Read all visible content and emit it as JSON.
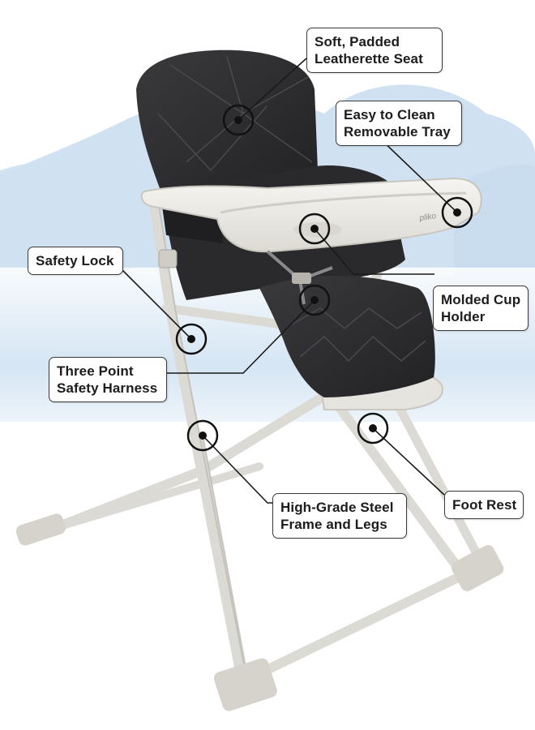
{
  "product": {
    "brand_mark": "pliko"
  },
  "callouts": {
    "seat": {
      "line1": "Soft, Padded",
      "line2": "Leatherette Seat"
    },
    "tray": {
      "line1": "Easy to Clean",
      "line2": "Removable Tray"
    },
    "safety_lock": {
      "line1": "Safety Lock"
    },
    "cup_holder": {
      "line1": "Molded Cup",
      "line2": "Holder"
    },
    "harness": {
      "line1": "Three Point",
      "line2": "Safety Harness"
    },
    "frame": {
      "line1": "High-Grade Steel",
      "line2": "Frame and Legs"
    },
    "foot_rest": {
      "line1": "Foot Rest"
    }
  },
  "colors": {
    "cloud": "#cfe2f2",
    "frame": "#e4e2dc",
    "seat": "#2c2c2e",
    "tray": "#eeece6",
    "leader": "#1a1a1a"
  }
}
